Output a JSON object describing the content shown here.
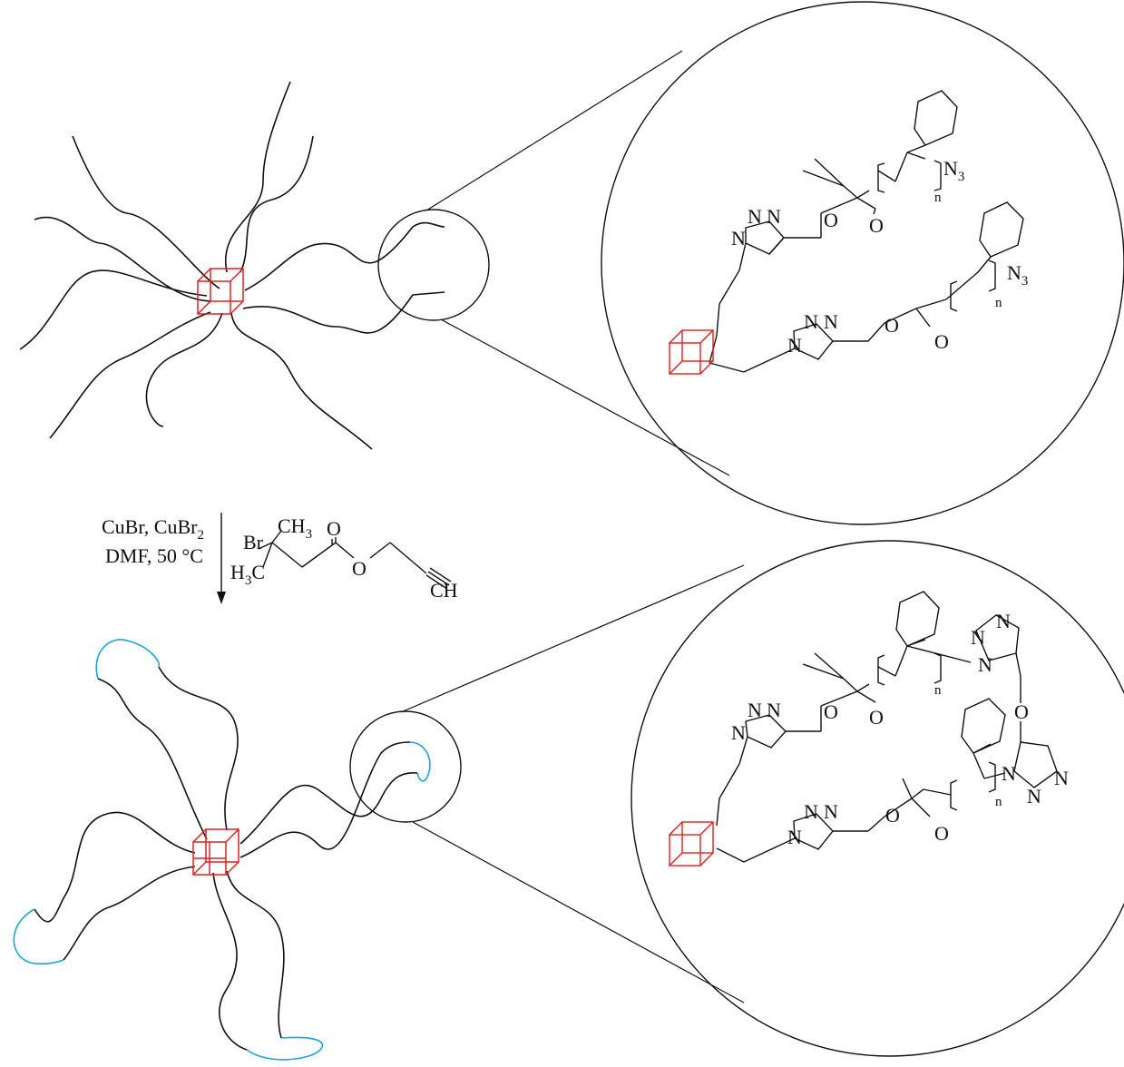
{
  "colors": {
    "ink": "#111111",
    "cube": "#e02020",
    "loop": "#1aa6d6",
    "background": "#ffffff"
  },
  "reaction": {
    "reagents_line1": "CuBr, CuBr",
    "reagents_line1_sub": "2",
    "reagents_line2": "DMF, 50 °C"
  },
  "reagent_molecule": {
    "br": "Br",
    "ch3": "CH",
    "ch3_sub": "3",
    "h3c_pre": "H",
    "h3c_sub": "3",
    "h3c_post": "C",
    "carbonyl_o": "O",
    "ester_o": "O",
    "alkyne_ch": "CH"
  },
  "zoom_top": {
    "triazole1": {
      "n1": "N",
      "n2": "N",
      "n3": "N"
    },
    "triazole2": {
      "n1": "N",
      "n2": "N",
      "n3": "N"
    },
    "ester1": {
      "o_single": "O",
      "o_double": "O"
    },
    "ester2": {
      "o_single": "O",
      "o_double": "O"
    },
    "repeat_n1": "n",
    "repeat_n2": "n",
    "azide1": "N",
    "azide1_sub": "3",
    "azide2": "N",
    "azide2_sub": "3"
  },
  "zoom_bottom": {
    "triazole1": {
      "n1": "N",
      "n2": "N",
      "n3": "N"
    },
    "triazole2": {
      "n1": "N",
      "n2": "N",
      "n3": "N"
    },
    "triazole3": {
      "n1": "N",
      "n2": "N",
      "n3": "N"
    },
    "triazole4": {
      "n1": "N",
      "n2": "N",
      "n3": "N"
    },
    "ester1": {
      "o_single": "O",
      "o_double": "O"
    },
    "ester2": {
      "o_single": "O",
      "o_double": "O"
    },
    "ether_o": "O",
    "repeat_n1": "n",
    "repeat_n2": "n"
  }
}
